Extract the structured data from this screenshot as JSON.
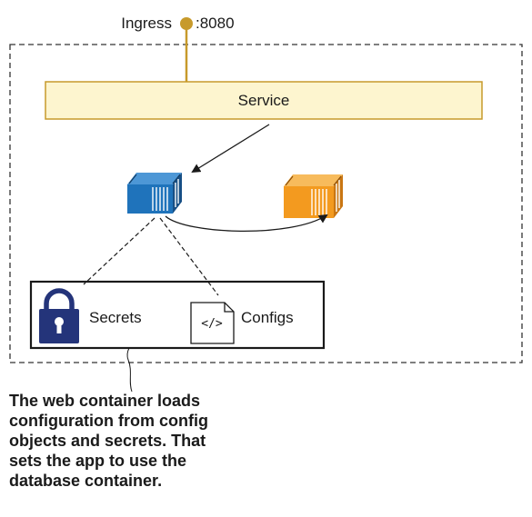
{
  "ingress": {
    "label": "Ingress",
    "port": ":8080",
    "color": "#c79a2b"
  },
  "service": {
    "label": "Service",
    "fill": "#fdf5cf",
    "stroke": "#c79a2b"
  },
  "containers": {
    "web": {
      "color": "#1f73bb"
    },
    "database": {
      "color": "#f39a1f"
    }
  },
  "config_box": {
    "secrets_label": "Secrets",
    "configs_label": "Configs",
    "configs_glyph": "</>",
    "lock_color": "#24347a"
  },
  "caption": "The web container loads\nconfiguration from config\nobjects and secrets. That\nsets the app to use the\ndatabase container."
}
